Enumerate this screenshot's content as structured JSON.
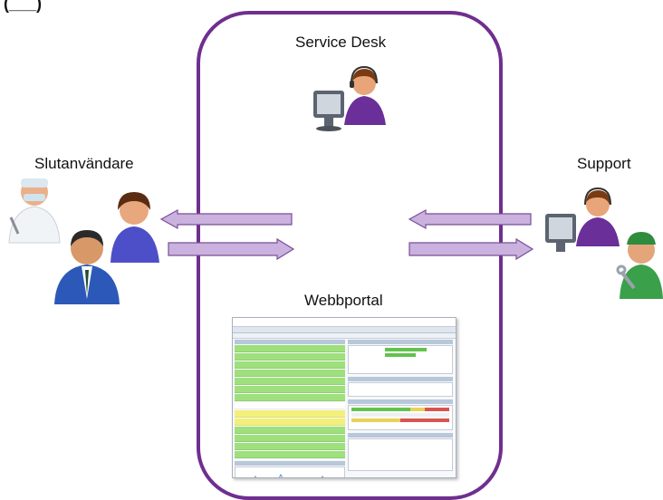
{
  "corner_fragment": "(___)",
  "labels": {
    "service_desk": "Service Desk",
    "end_users": "Slutanvändare",
    "support": "Support",
    "portal": "Webbportal"
  },
  "colors": {
    "container_border": "#6f2f8f",
    "arrow_fill": "#cbb1de",
    "arrow_stroke": "#7a4f99"
  }
}
